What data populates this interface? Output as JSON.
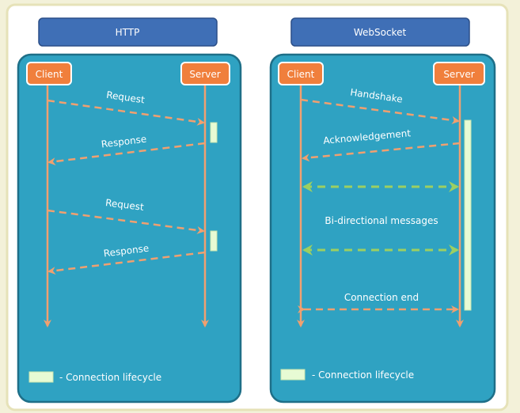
{
  "http": {
    "title": "HTTP",
    "client": "Client",
    "server": "Server",
    "messages": [
      "Request",
      "Response",
      "Request",
      "Response"
    ],
    "legend": "- Connection lifecycle"
  },
  "websocket": {
    "title": "WebSocket",
    "client": "Client",
    "server": "Server",
    "messages": [
      "Handshake",
      "Acknowledgement",
      "Bi-directional messages",
      "Connection end"
    ],
    "legend": "- Connection lifecycle"
  },
  "colors": {
    "background": "#f3f1d9",
    "panel": "#2fa2c2",
    "panel_border": "#1e6f88",
    "header": "#3f6fb6",
    "actor": "#f07f3c",
    "arrow": "#f0a070",
    "bidirectional_arrow": "#9ccf62",
    "lifecycle": "#e7fbd4"
  }
}
